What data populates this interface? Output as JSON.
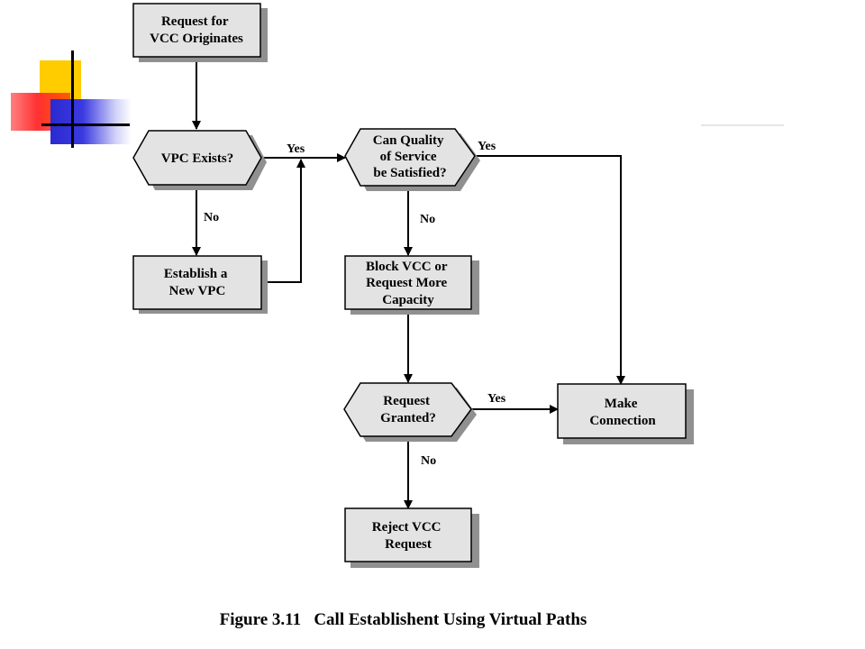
{
  "nodes": {
    "request_originates": [
      "Request for",
      "VCC Originates"
    ],
    "vpc_exists": [
      "VPC Exists?"
    ],
    "establish_vpc": [
      "Establish a",
      "New VPC"
    ],
    "qos_satisfied": [
      "Can Quality",
      "of Service",
      "be Satisfied?"
    ],
    "block_vcc": [
      "Block VCC or",
      "Request More",
      "Capacity"
    ],
    "request_granted": [
      "Request",
      "Granted?"
    ],
    "make_connection": [
      "Make",
      "Connection"
    ],
    "reject_vcc": [
      "Reject VCC",
      "Request"
    ]
  },
  "edges": {
    "vpc_yes": "Yes",
    "vpc_no": "No",
    "qos_yes": "Yes",
    "qos_no": "No",
    "granted_yes": "Yes",
    "granted_no": "No"
  },
  "caption": "Figure 3.11   Call Establishent Using Virtual Paths",
  "colors": {
    "box_fill": "#e3e3e3",
    "shadow": "#909090",
    "stroke": "#000000",
    "deco_yellow": "#ffcc00",
    "deco_red": "#ff3030",
    "deco_blue": "#2a2ad0"
  }
}
